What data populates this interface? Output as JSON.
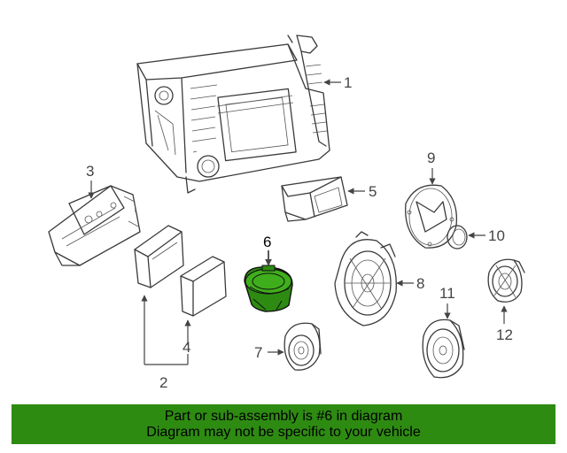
{
  "callouts": {
    "c1": "1",
    "c2": "2",
    "c3": "3",
    "c4": "4",
    "c5": "5",
    "c6": "6",
    "c7": "7",
    "c8": "8",
    "c9": "9",
    "c10": "10",
    "c11": "11",
    "c12": "12"
  },
  "highlight": {
    "part_number": "6",
    "color": "#2e8b12"
  },
  "banner": {
    "line1": "Part or sub-assembly is #6 in diagram",
    "line2": "Diagram may not be specific to your vehicle",
    "background": "#2e8b12"
  }
}
